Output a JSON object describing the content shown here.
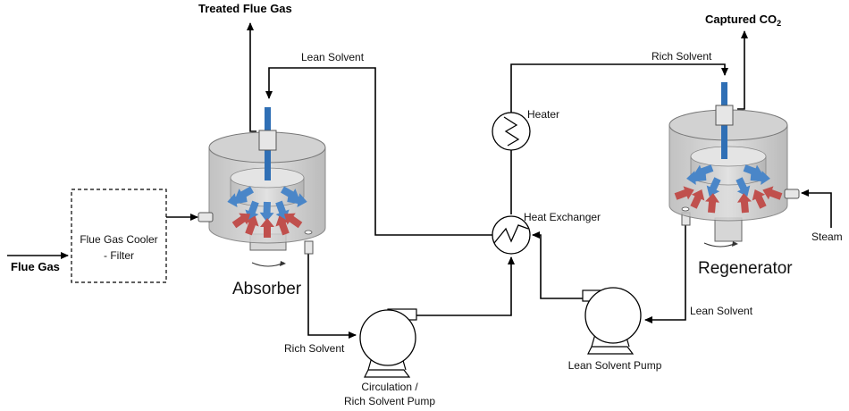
{
  "labels": {
    "treated_flue_gas": "Treated Flue Gas",
    "captured_co2_main": "Captured CO",
    "captured_co2_sub": "2",
    "lean_solvent_top": "Lean Solvent",
    "rich_solvent_top": "Rich Solvent",
    "heater": "Heater",
    "heat_exchanger": "Heat Exchanger",
    "flue_gas": "Flue Gas",
    "cooler_line1": "Flue Gas Cooler",
    "cooler_line2": "- Filter",
    "absorber": "Absorber",
    "regenerator": "Regenerator",
    "steam": "Steam",
    "lean_solvent_right": "Lean Solvent",
    "rich_solvent_bottom": "Rich Solvent",
    "circ_pump_line1": "Circulation /",
    "circ_pump_line2": "Rich Solvent Pump",
    "lean_solvent_pump": "Lean Solvent Pump"
  },
  "colors": {
    "vessel_fill": "#c9c9c9",
    "blue_arrow": "#4a86c8",
    "red_arrow": "#c0504d",
    "shaft_blue": "#2f6fb5"
  }
}
